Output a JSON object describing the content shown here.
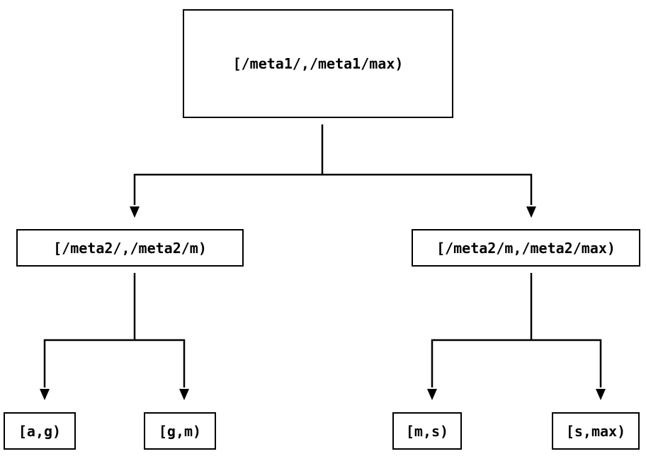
{
  "diagram": {
    "type": "tree",
    "colors": {
      "background": "#ffffff",
      "line": "#000000",
      "box_fill": "#ffffff",
      "text": "#000000"
    },
    "tree": {
      "root": {
        "label": "[/meta1/,/meta1/max)",
        "children": [
          {
            "label": "[/meta2/,/meta2/m)",
            "children": [
              {
                "label": "[a,g)"
              },
              {
                "label": "[g,m)"
              }
            ]
          },
          {
            "label": "[/meta2/m,/meta2/max)",
            "children": [
              {
                "label": "[m,s)"
              },
              {
                "label": "[s,max)"
              }
            ]
          }
        ]
      }
    }
  }
}
